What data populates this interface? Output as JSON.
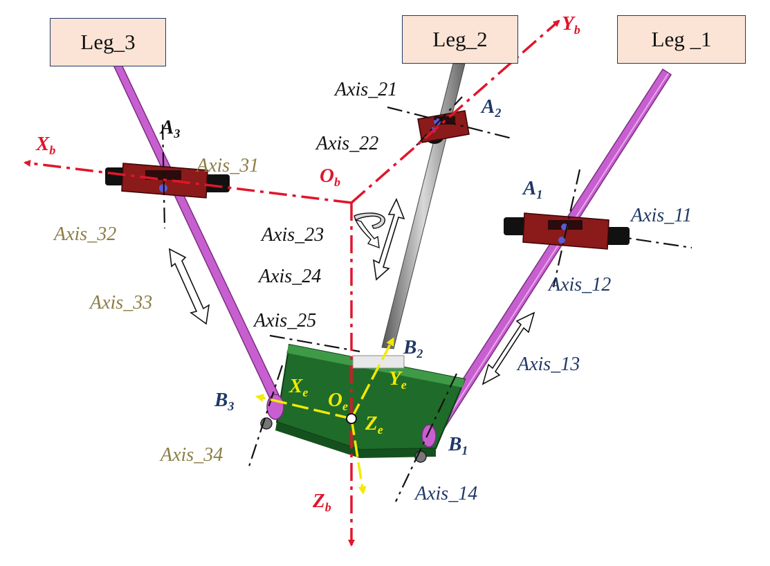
{
  "legs": {
    "leg1": "Leg _1",
    "leg2": "Leg_2",
    "leg3": "Leg_3"
  },
  "axes": {
    "a11": "Axis_11",
    "a12": "Axis_12",
    "a13": "Axis_13",
    "a14": "Axis_14",
    "a21": "Axis_21",
    "a22": "Axis_22",
    "a23": "Axis_23",
    "a24": "Axis_24",
    "a25": "Axis_25",
    "a31": "Axis_31",
    "a32": "Axis_32",
    "a33": "Axis_33",
    "a34": "Axis_34"
  },
  "points": {
    "a1": {
      "base": "A",
      "sub": "1"
    },
    "a2": {
      "base": "A",
      "sub": "2"
    },
    "a3": {
      "base": "A",
      "sub": "3"
    },
    "b1": {
      "base": "B",
      "sub": "1"
    },
    "b2": {
      "base": "B",
      "sub": "2"
    },
    "b3": {
      "base": "B",
      "sub": "3"
    }
  },
  "base_frame": {
    "x": {
      "base": "X",
      "sub": "b"
    },
    "y": {
      "base": "Y",
      "sub": "b"
    },
    "z": {
      "base": "Z",
      "sub": "b"
    },
    "o": {
      "base": "O",
      "sub": "b"
    }
  },
  "end_frame": {
    "x": {
      "base": "X",
      "sub": "e"
    },
    "y": {
      "base": "Y",
      "sub": "e"
    },
    "z": {
      "base": "Z",
      "sub": "e"
    },
    "o": {
      "base": "O",
      "sub": "e"
    }
  },
  "colors": {
    "base_frame": "#e0162b",
    "end_frame": "#f2ea00",
    "rod": "#c85fd0",
    "slider": "#8b1a1a",
    "platform": "#1f6b2a",
    "leg_box": "#fbe4d5",
    "axis_olive": "#8c7d45",
    "axis_navy": "#1f3864"
  }
}
